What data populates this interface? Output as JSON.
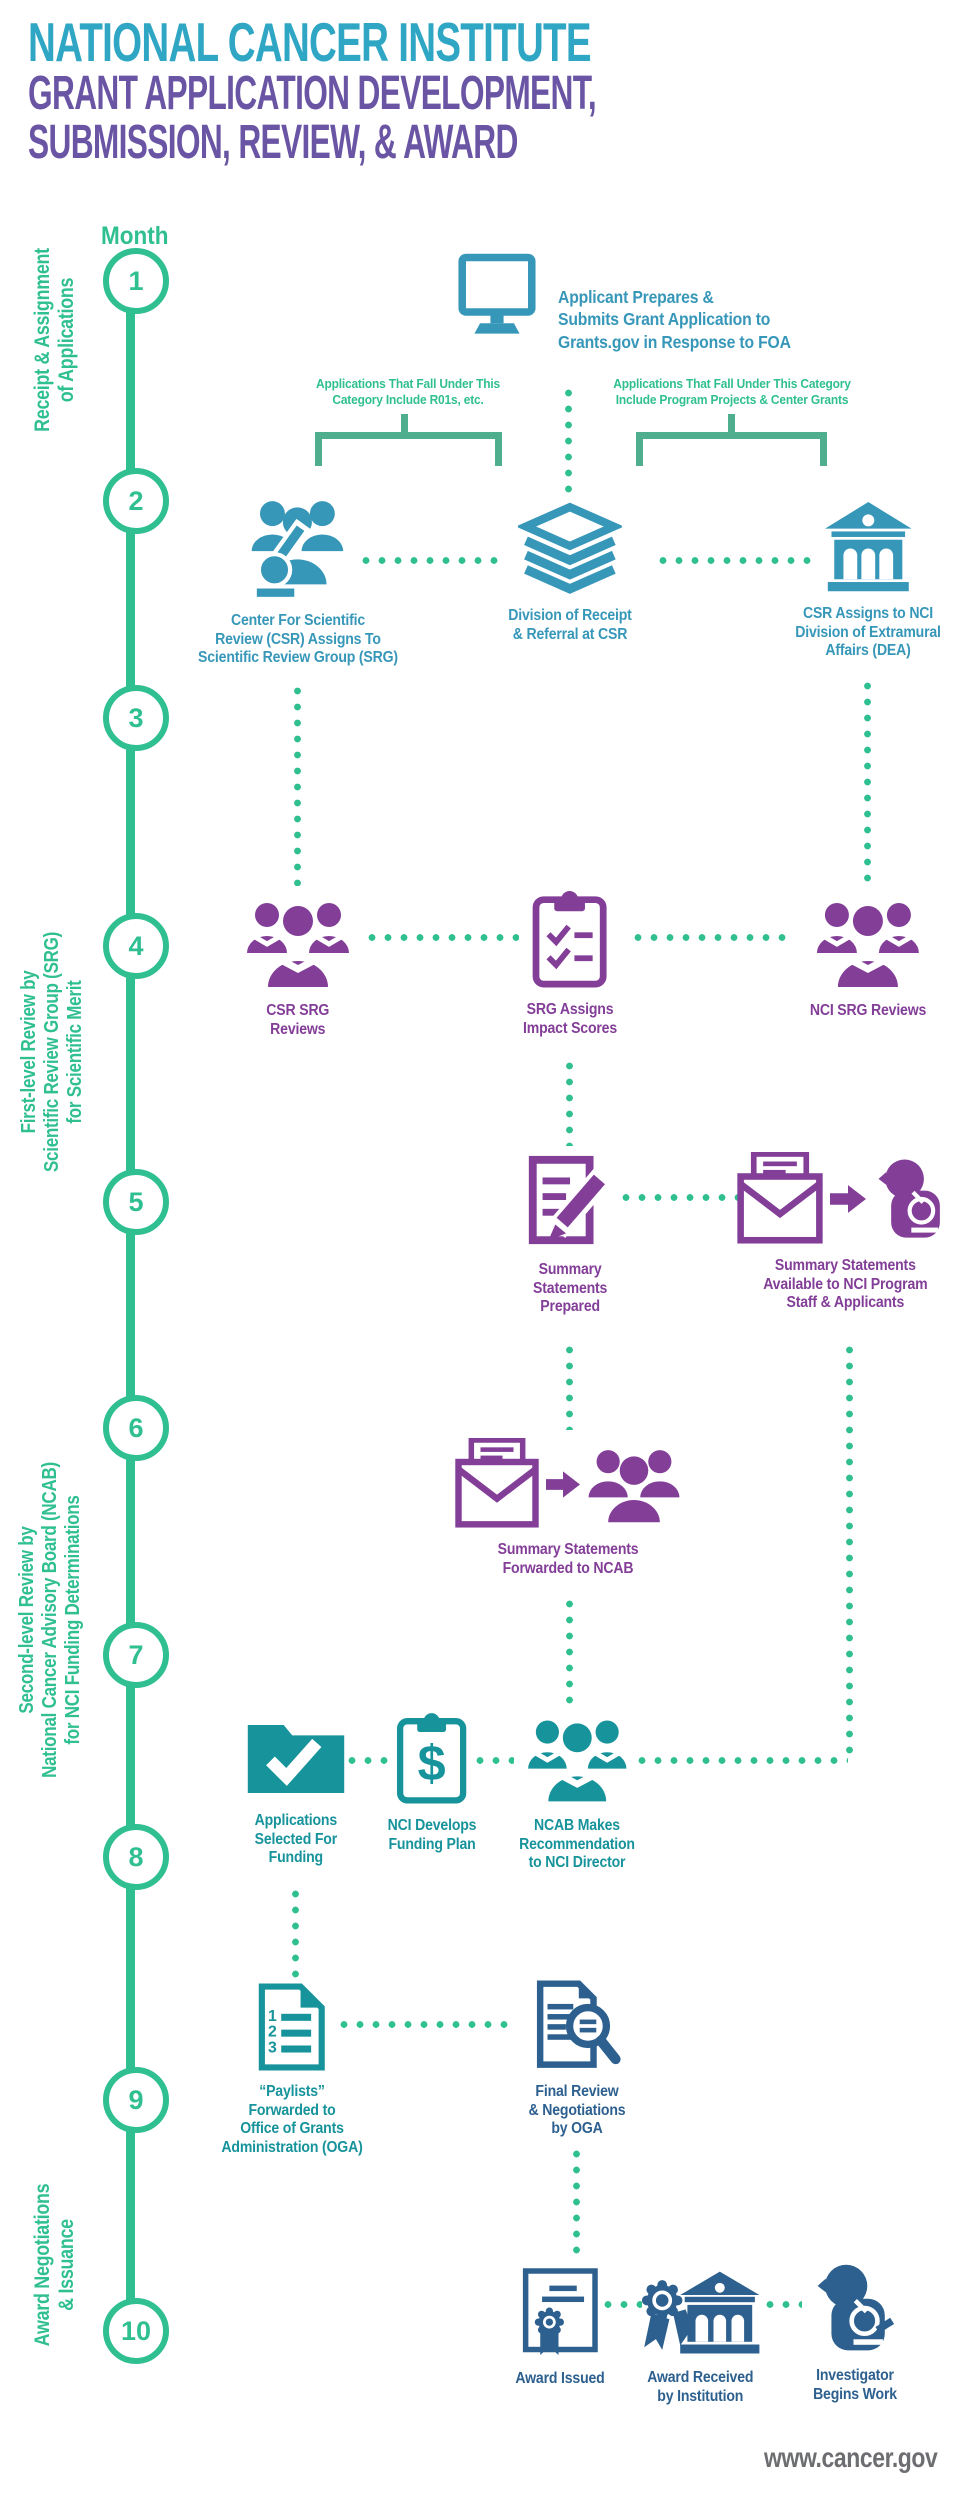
{
  "header": {
    "title_line1": "NATIONAL CANCER INSTITUTE",
    "title_line2": "GRANT APPLICATION DEVELOPMENT,",
    "title_line3": "SUBMISSION, REVIEW, & AWARD"
  },
  "palette": {
    "green": "#2fbf90",
    "bracket": "#4fae8e",
    "teal": "#3797b9",
    "tealTitle": "#2fa6c4",
    "purple": "#833e98",
    "purpleTitle": "#6a55a4",
    "teal2": "#17939b",
    "navy": "#2d608f",
    "gray": "#6d6e71"
  },
  "timeline": {
    "label": "Month",
    "months": [
      "1",
      "2",
      "3",
      "4",
      "5",
      "6",
      "7",
      "8",
      "9",
      "10"
    ]
  },
  "phases": [
    {
      "lines": [
        "Receipt & Assignment",
        "of Applications"
      ]
    },
    {
      "lines": [
        "First-level Review by",
        "Scientific Review Group (SRG)",
        "for Scientific Merit"
      ]
    },
    {
      "lines": [
        "Second-level Review by",
        "National Cancer Advisory Board (NCAB)",
        "for NCI Funding Determinations"
      ]
    },
    {
      "lines": [
        "Award Negotiations",
        "& Issuance"
      ]
    }
  ],
  "annotations": {
    "left": {
      "lines": [
        "Applications That Fall Under This",
        "Category Include R01s, etc."
      ]
    },
    "right": {
      "lines": [
        "Applications That Fall Under This Category",
        "Include Program Projects & Center Grants"
      ]
    }
  },
  "nodes": {
    "applicant": {
      "lines": [
        "Applicant Prepares &",
        "Submits Grant Application to",
        "Grants.gov in Response to FOA"
      ]
    },
    "csr_assigns_srg": {
      "lines": [
        "Center For Scientific",
        "Review (CSR) Assigns To",
        "Scientific Review Group (SRG)"
      ]
    },
    "division_receipt": {
      "lines": [
        "Division of Receipt",
        "& Referral at CSR"
      ]
    },
    "csr_assigns_dea": {
      "lines": [
        "CSR Assigns to NCI",
        "Division of Extramural",
        "Affairs (DEA)"
      ]
    },
    "csr_srg_reviews": {
      "lines": [
        "CSR SRG",
        "Reviews"
      ]
    },
    "srg_impact": {
      "lines": [
        "SRG Assigns",
        "Impact Scores"
      ]
    },
    "nci_srg_reviews": {
      "lines": [
        "NCI SRG Reviews"
      ]
    },
    "summary_prepared": {
      "lines": [
        "Summary",
        "Statements",
        "Prepared"
      ]
    },
    "summary_available": {
      "lines": [
        "Summary Statements",
        "Available to NCI Program",
        "Staff & Applicants"
      ]
    },
    "summary_ncab": {
      "lines": [
        "Summary Statements",
        "Forwarded to NCAB"
      ]
    },
    "apps_selected": {
      "lines": [
        "Applications",
        "Selected For",
        "Funding"
      ]
    },
    "funding_plan": {
      "lines": [
        "NCI Develops",
        "Funding Plan"
      ]
    },
    "ncab_recommend": {
      "lines": [
        "NCAB Makes",
        "Recommendation",
        "to NCI Director"
      ]
    },
    "paylists": {
      "lines": [
        "“Paylists”",
        "Forwarded to",
        "Office of Grants",
        "Administration (OGA)"
      ]
    },
    "final_review": {
      "lines": [
        "Final Review",
        "& Negotiations",
        "by OGA"
      ]
    },
    "award_issued": {
      "lines": [
        "Award Issued"
      ]
    },
    "award_received": {
      "lines": [
        "Award Received",
        "by Institution"
      ]
    },
    "investigator": {
      "lines": [
        "Investigator",
        "Begins Work"
      ]
    }
  },
  "icon_glyphs": {
    "dollar": "$",
    "list_numbers": [
      "1",
      "2",
      "3"
    ]
  },
  "footer": {
    "url": "www.cancer.gov"
  }
}
